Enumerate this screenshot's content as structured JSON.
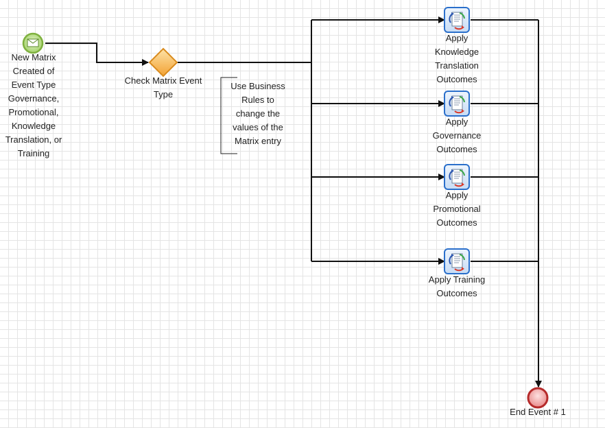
{
  "diagram": {
    "start_event": {
      "label": "New Matrix\nCreated of\nEvent Type\nGovernance,\nPromotional,\nKnowledge\nTranslation, or\nTraining"
    },
    "gateway": {
      "label": "Check Matrix Event\nType"
    },
    "annotation": {
      "text": "Use Business\nRules to\nchange the\nvalues of the\nMatrix entry"
    },
    "tasks": [
      {
        "label": "Apply\nKnowledge\nTranslation\nOutcomes"
      },
      {
        "label": "Apply\nGovernance\nOutcomes"
      },
      {
        "label": "Apply\nPromotional\nOutcomes"
      },
      {
        "label": "Apply Training\nOutcomes"
      }
    ],
    "end_event": {
      "label": "End Event # 1"
    },
    "colors": {
      "start_fill": "#b5dd86",
      "start_stroke": "#7fb13f",
      "gateway_fill": "#f6b74a",
      "gateway_stroke": "#d98b1e",
      "task_fill": "#dbe9f9",
      "task_stroke": "#2a6fcb",
      "end_fill": "#f29a9a",
      "end_stroke": "#b52a2a",
      "flow": "#111111"
    }
  }
}
